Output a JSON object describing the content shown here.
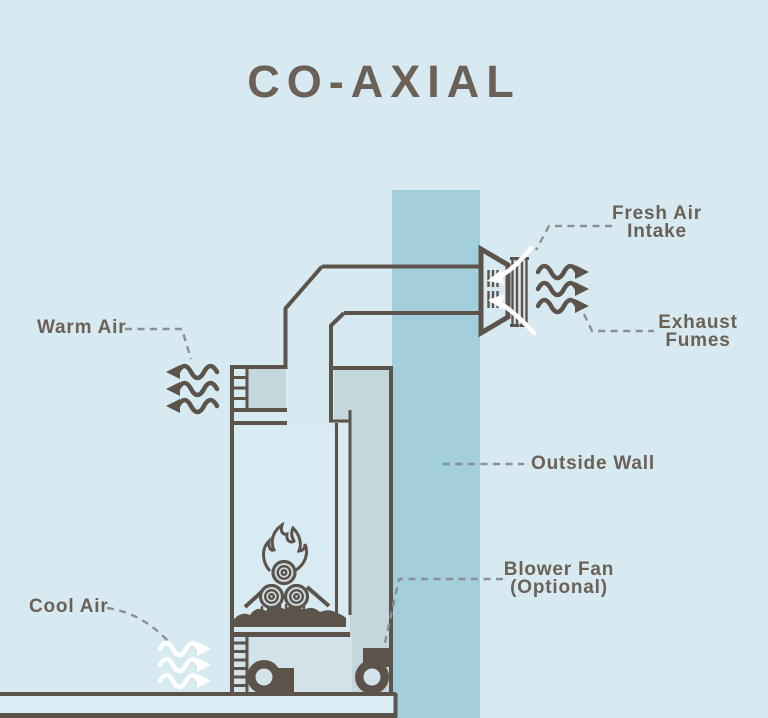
{
  "title": "CO-AXIAL",
  "labels": {
    "fresh_air_line1": "Fresh Air",
    "fresh_air_line2": "Intake",
    "exhaust_line1": "Exhaust",
    "exhaust_line2": "Fumes",
    "warm_air": "Warm Air",
    "outside_wall": "Outside Wall",
    "cool_air": "Cool Air",
    "blower_line1": "Blower Fan",
    "blower_line2": "(Optional)"
  },
  "icons": {
    "warm_air_arrows": "three-wavy-arrows-pointing-left",
    "exhaust_arrows": "three-wavy-arrows-pointing-right",
    "cool_air_arrows": "three-white-wavy-arrows-pointing-right",
    "fresh_air_arrows": "two-white-curved-arrows-into-vent",
    "flame": "flame-outline",
    "logs": "three-stacked-log-rounds",
    "blower_fans": "two-centrifugal-blower-fans",
    "vent_terminal": "co-axial-wall-vent-cap"
  },
  "colors": {
    "background": "#d7e9f1",
    "wall": "#a3cedb",
    "duct_gray": "#c3d7dd",
    "outline": "#5c544b",
    "text": "#6b6157",
    "leader": "#8a9094",
    "white": "#ffffff",
    "slab": "#dceef5",
    "interior": "#d9ebf2",
    "compartment": "#d2e4ea",
    "log_fill": "#cfe1e7"
  }
}
